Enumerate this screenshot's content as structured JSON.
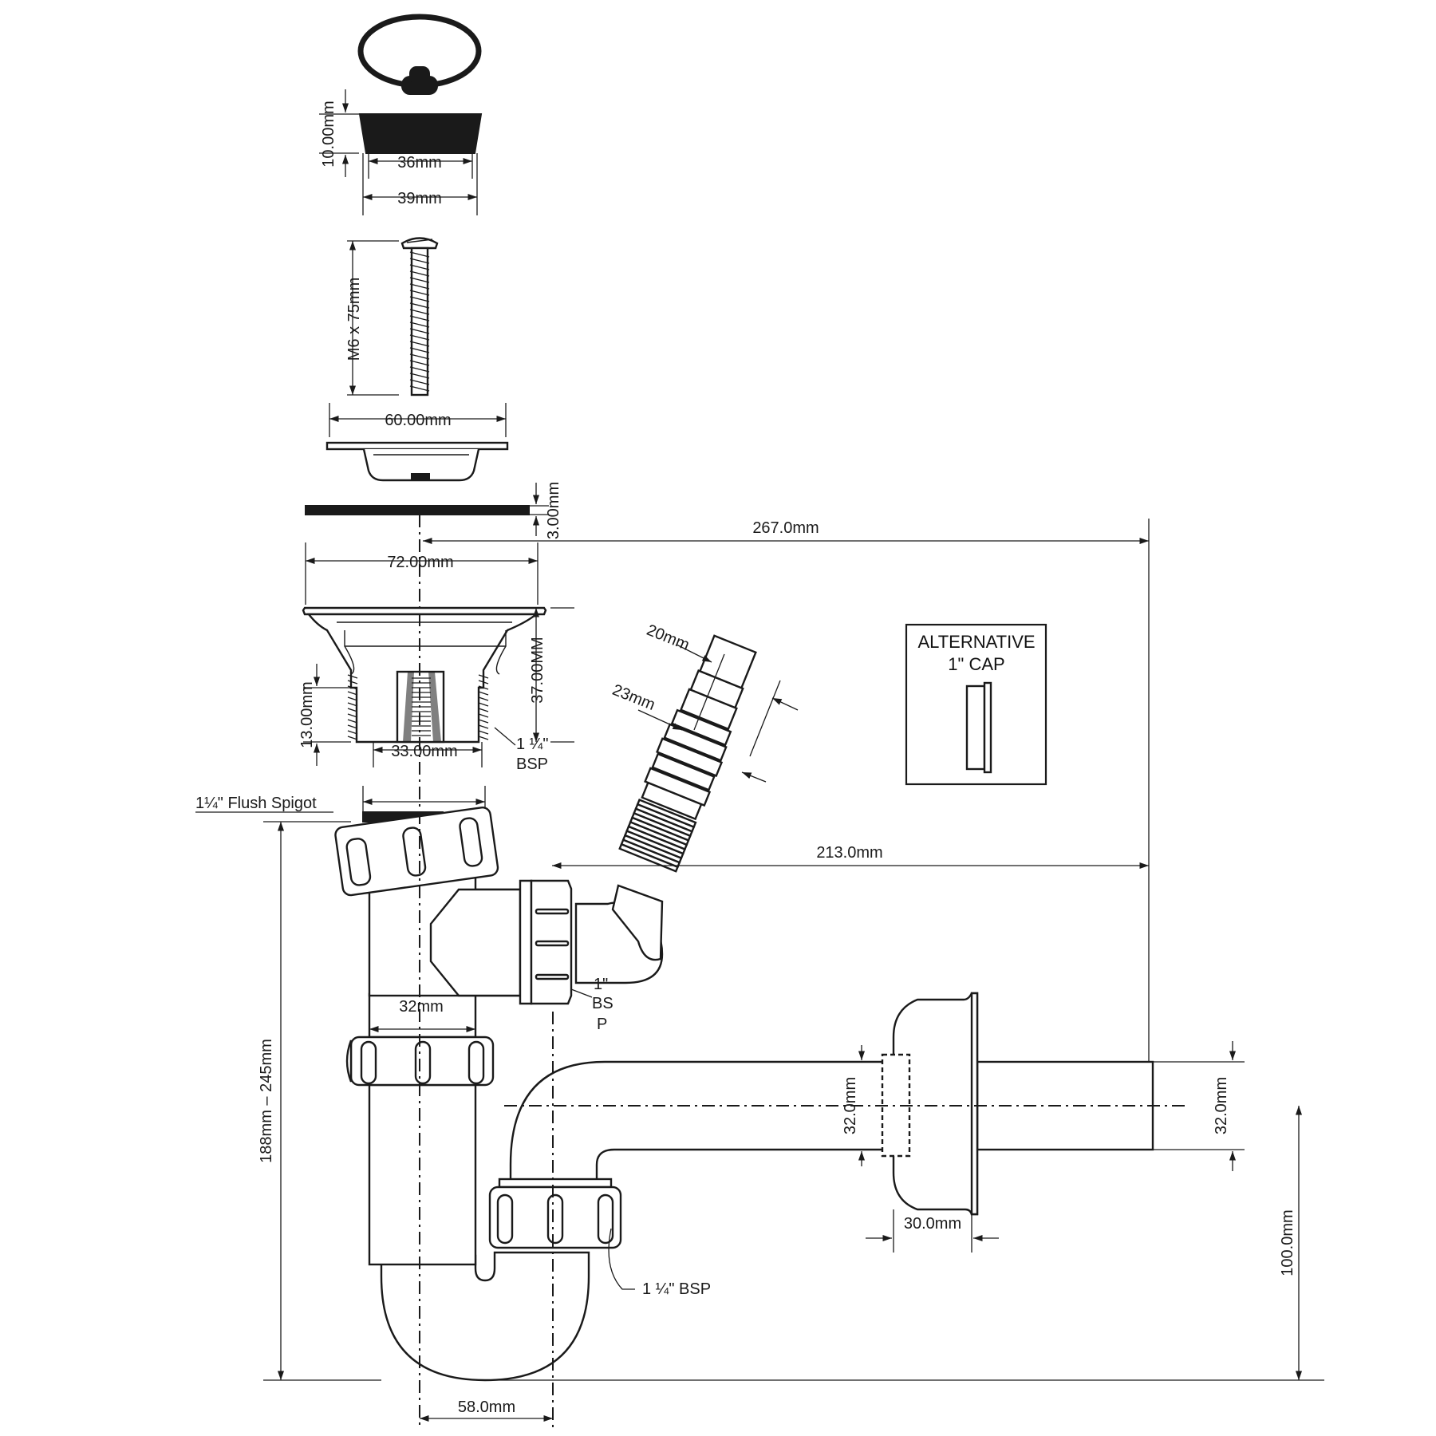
{
  "alternative_cap": {
    "title_line1": "ALTERNATIVE",
    "title_line2": "1\" CAP"
  },
  "dimensions": {
    "plug_height": "10.00mm",
    "plug_inner_width": "36mm",
    "plug_outer_width": "39mm",
    "screw": "M6 x 75mm",
    "grate_width": "60.00mm",
    "washer_thickness": "3.00mm",
    "flange_width": "72.00mm",
    "waste_depth": "37.00MM",
    "thread_length": "13.00mm",
    "thread_width": "33.00mm",
    "thread_bsp": "1 ¼\"",
    "thread_bsp_2": "BSP",
    "flush_spigot": "1¼\" Flush Spigot",
    "overall_height": "188mm – 245mm",
    "trap_body_width": "32mm",
    "nozzle_tip": "20mm",
    "nozzle_base": "23mm",
    "side_bsp_1": "1\"",
    "side_bsp_2": "BS",
    "side_bsp_3": "P",
    "span_267": "267.0mm",
    "span_213": "213.0mm",
    "pipe_dia_left": "32.0mm",
    "pipe_dia_right": "32.0mm",
    "flange_depth": "30.0mm",
    "outlet_height": "100.0mm",
    "trap_bsp": "1 ¼\" BSP",
    "trap_offset": "58.0mm"
  },
  "icons": [
    "chain-ring-icon",
    "dimension-arrow-icon"
  ]
}
